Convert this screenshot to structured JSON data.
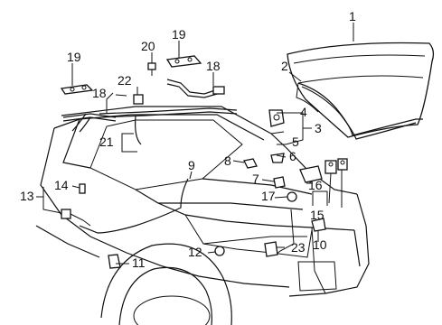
{
  "callouts": [
    "1",
    "2",
    "3",
    "4",
    "5",
    "6",
    "7",
    "8",
    "9",
    "10",
    "11",
    "12",
    "13",
    "14",
    "15",
    "16",
    "17",
    "18",
    "18",
    "19",
    "19",
    "20",
    "21",
    "22",
    "23"
  ]
}
